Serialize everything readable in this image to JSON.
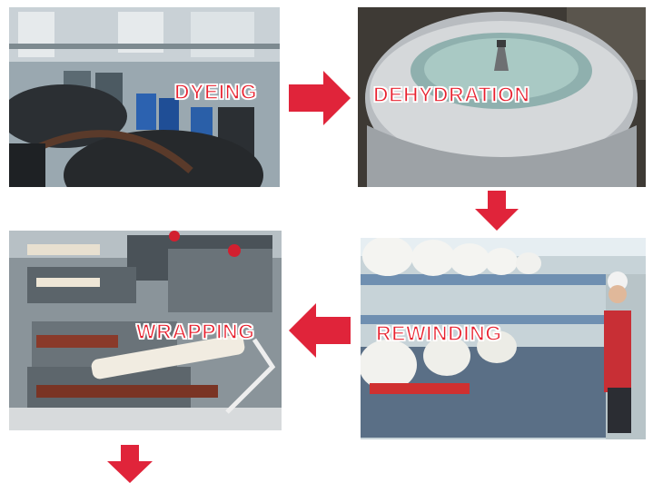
{
  "steps": [
    {
      "id": "dyeing",
      "label": "DYEING"
    },
    {
      "id": "dehydration",
      "label": "DEHYDRATION"
    },
    {
      "id": "rewinding",
      "label": "REWINDING"
    },
    {
      "id": "wrapping",
      "label": "WRAPPING"
    }
  ],
  "colors": {
    "arrow": "#e0243a",
    "label_text": "#e8202e",
    "label_outline": "#ffffff"
  }
}
